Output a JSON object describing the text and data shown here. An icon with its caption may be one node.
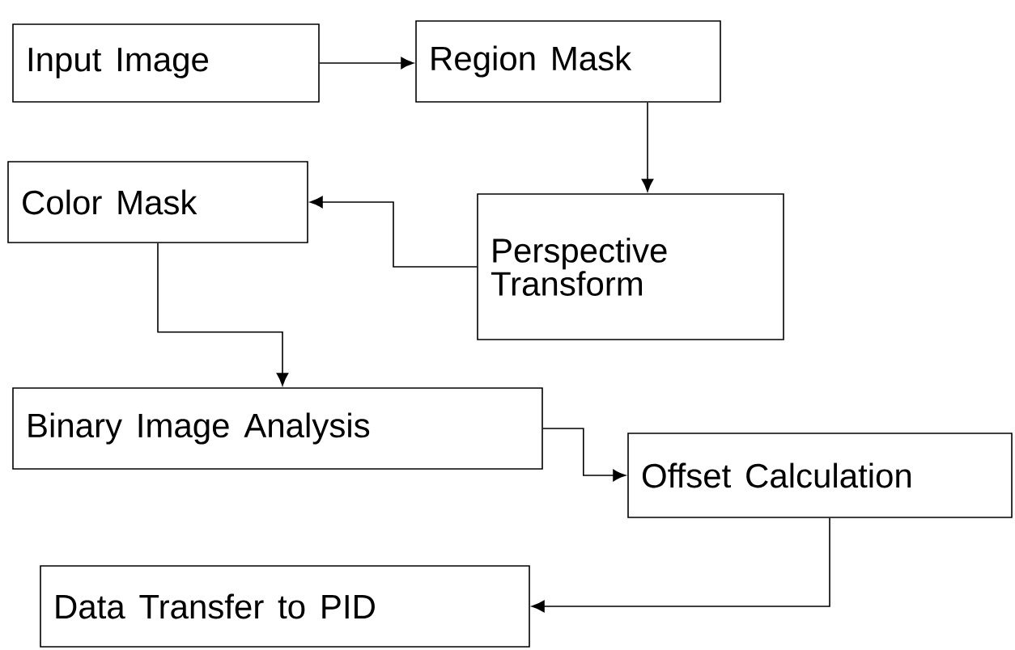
{
  "diagram": {
    "nodes": [
      {
        "text": [
          "Input Image"
        ]
      },
      {
        "text": [
          "Region Mask"
        ]
      },
      {
        "text": [
          "Color Mask"
        ]
      },
      {
        "text": [
          "Perspective Transform"
        ]
      },
      {
        "text": [
          "Binary Image Analysis"
        ]
      },
      {
        "text": [
          "Offset Calculation"
        ]
      },
      {
        "text": [
          "Data Transfer to PID"
        ]
      }
    ],
    "edges": [
      {
        "from": 0,
        "to": 1,
        "arrow": "to"
      },
      {
        "from": 1,
        "to": 3,
        "arrow": "to"
      },
      {
        "from": 3,
        "to": 2,
        "arrow": "to"
      },
      {
        "from": 2,
        "to": 4,
        "arrow": "to"
      },
      {
        "from": 4,
        "to": 5,
        "arrow": "to"
      },
      {
        "from": 5,
        "to": 6,
        "arrow": "to"
      }
    ]
  }
}
